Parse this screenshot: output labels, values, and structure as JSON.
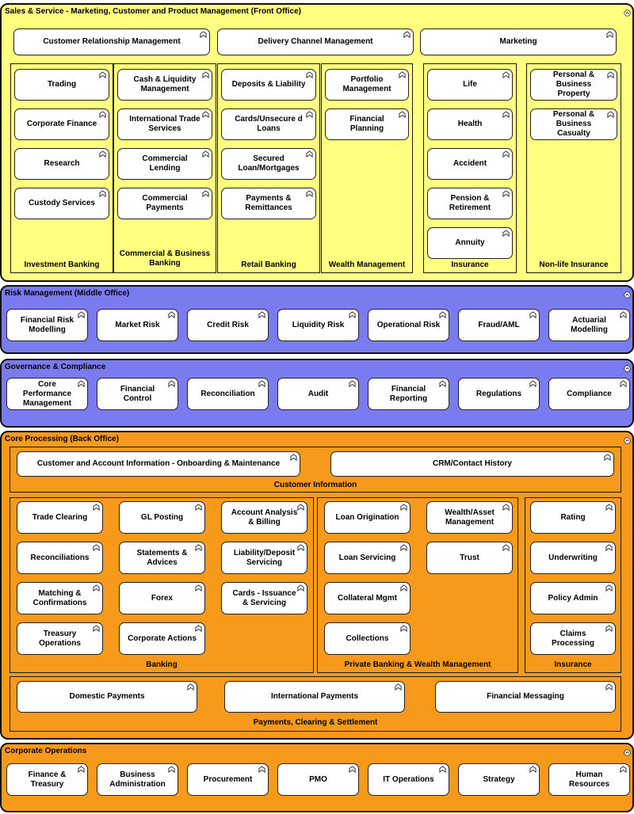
{
  "front_office": {
    "title": "Sales & Service - Marketing, Customer and Product Management (Front Office)",
    "top_boxes": [
      "Customer Relationship Management",
      "Delivery Channel Management",
      "Marketing"
    ],
    "groups": [
      {
        "label": "Investment Banking",
        "items": [
          "Trading",
          "Corporate Finance",
          "Research",
          "Custody Services"
        ]
      },
      {
        "label": "Commercial & Business Banking",
        "items": [
          "Cash & Liquidity Management",
          "International Trade Services",
          "Commercial Lending",
          "Commercial Payments"
        ]
      },
      {
        "label": "Retail Banking",
        "items": [
          "Deposits & Liability",
          "Cards/Unsecure d Loans",
          "Secured Loan/Mortgages",
          "Payments & Remittances"
        ]
      },
      {
        "label": "Wealth Management",
        "items": [
          "Portfolio Management",
          "Financial Planning"
        ]
      },
      {
        "label": "Insurance",
        "items": [
          "Life",
          "Health",
          "Accident",
          "Pension & Retirement",
          "Annuity"
        ]
      },
      {
        "label": "Non-life Insurance",
        "items": [
          "Personal & Business Property",
          "Personal & Business Casualty"
        ]
      }
    ]
  },
  "risk": {
    "title": "Risk Management (Middle Office)",
    "items": [
      "Financial Risk Modelling",
      "Market Risk",
      "Credit Risk",
      "Liquidity Risk",
      "Operational Risk",
      "Fraud/AML",
      "Actuarial Modelling"
    ]
  },
  "governance": {
    "title": "Governance & Compliance",
    "items": [
      "Core Performance Management",
      "Financial Control",
      "Reconciliation",
      "Audit",
      "Financial Reporting",
      "Regulations",
      "Compliance"
    ]
  },
  "core": {
    "title": "Core Processing (Back Office)",
    "customer_info": {
      "label": "Customer Information",
      "items": [
        "Customer and Account Information - Onboarding & Maintenance",
        "CRM/Contact History"
      ]
    },
    "banking": {
      "label": "Banking",
      "items": [
        "Trade Clearing",
        "GL Posting",
        "Account Analysis & Billing",
        "Reconciliations",
        "Statements & Advices",
        "Liability/Deposit Servicing",
        "Matching & Confirmations",
        "Forex",
        "Cards - Issuance & Servicing",
        "Treasury Operations",
        "Corporate Actions"
      ]
    },
    "private_banking": {
      "label": "Private Banking & Wealth Management",
      "items": [
        "Loan Origination",
        "Wealth/Asset Management",
        "Loan Servicing",
        "Trust",
        "Collateral Mgmt",
        "Collections"
      ]
    },
    "insurance": {
      "label": "Insurance",
      "items": [
        "Rating",
        "Underwriting",
        "Policy Admin",
        "Claims Processing"
      ]
    },
    "payments": {
      "label": "Payments, Clearing & Settlement",
      "items": [
        "Domestic Payments",
        "International Payments",
        "Financial Messaging"
      ]
    }
  },
  "corporate": {
    "title": "Corporate Operations",
    "items": [
      "Finance & Treasury",
      "Business Administration",
      "Procurement",
      "PMO",
      "IT Operations",
      "Strategy",
      "Human Resources"
    ]
  },
  "colors": {
    "front_office": "#ffff80",
    "risk": "#7b7bf0",
    "governance": "#7b7bf0",
    "core": "#f79a1c",
    "corporate": "#f79a1c"
  },
  "icons": {
    "box": "function-icon",
    "layer": "collapse-icon"
  }
}
